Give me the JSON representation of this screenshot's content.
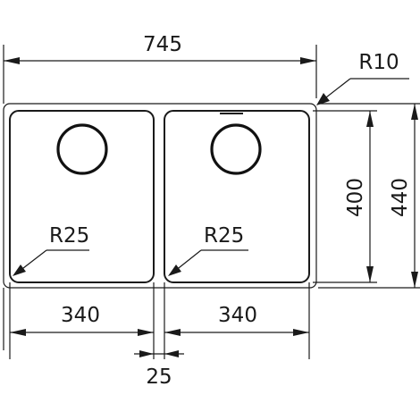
{
  "dimensions": {
    "overall_width": "745",
    "corner_radius_outer": "R10",
    "bowl_height": "400",
    "overall_height": "440",
    "left_bowl_radius": "R25",
    "right_bowl_radius": "R25",
    "left_bowl_width": "340",
    "right_bowl_width": "340",
    "bowl_gap": "25"
  },
  "colors": {
    "line": "#1a1a1a",
    "background": "#ffffff"
  }
}
